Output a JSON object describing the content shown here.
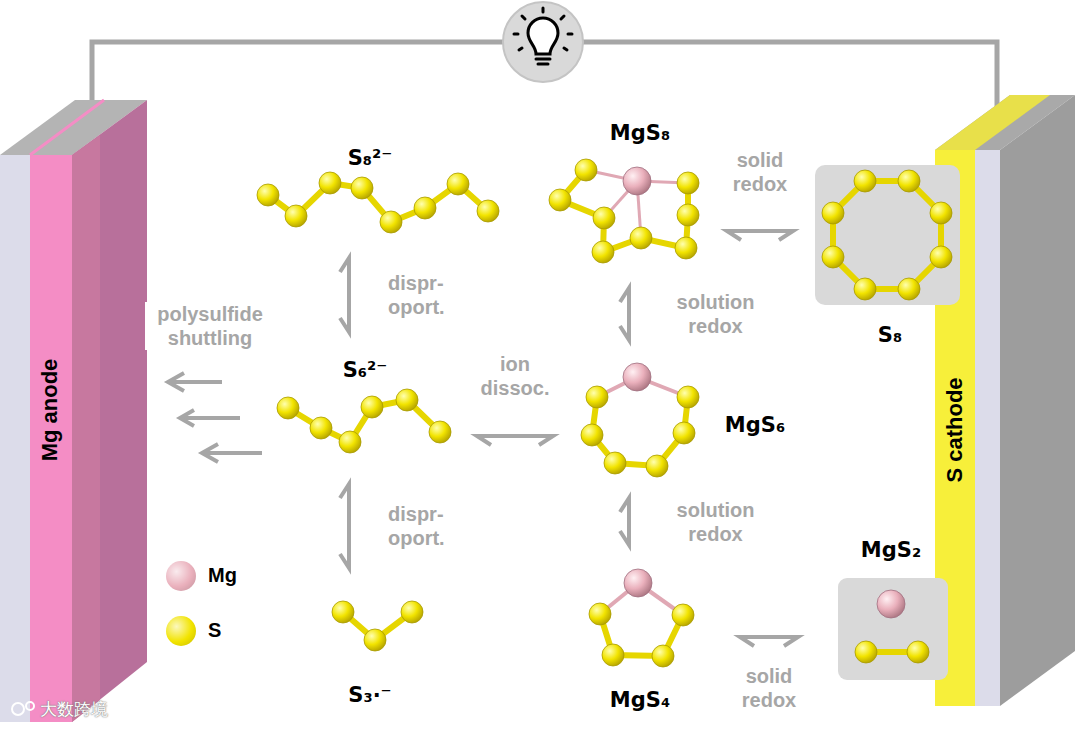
{
  "diagram": {
    "nodes": [
      {
        "text": [
          "Mg anode"
        ]
      },
      {
        "text": [
          "S cathode"
        ]
      },
      {
        "text": [
          "S₈²⁻"
        ]
      },
      {
        "text": [
          "MgS₈"
        ]
      },
      {
        "text": [
          "S₈"
        ]
      },
      {
        "text": [
          "S₆²⁻"
        ]
      },
      {
        "text": [
          "MgS₆"
        ]
      },
      {
        "text": [
          "S₃·⁻"
        ]
      },
      {
        "text": [
          "MgS₄"
        ]
      },
      {
        "text": [
          "MgS₂"
        ]
      }
    ],
    "edges": [
      {
        "from": 2,
        "to": 5,
        "arrow": "both",
        "label": "dispr- oport."
      },
      {
        "from": 5,
        "to": 7,
        "arrow": "both",
        "label": "dispr- oport."
      },
      {
        "from": 3,
        "to": 4,
        "arrow": "both",
        "label": "solid redox"
      },
      {
        "from": 3,
        "to": 6,
        "arrow": "both",
        "label": "solution redox"
      },
      {
        "from": 6,
        "to": 8,
        "arrow": "both",
        "label": "solution redox"
      },
      {
        "from": 5,
        "to": 6,
        "arrow": "both",
        "label": "ion dissoc."
      },
      {
        "from": 8,
        "to": 9,
        "arrow": "both",
        "label": "solid redox"
      },
      {
        "from": 5,
        "to": 0,
        "arrow": "to",
        "label": "polysulfide shuttling"
      }
    ],
    "labels": [
      "大数跨境"
    ],
    "legend": [
      {
        "text": "Mg",
        "color": "#eab0bc"
      },
      {
        "text": "S",
        "color": "#f2e400"
      }
    ]
  }
}
